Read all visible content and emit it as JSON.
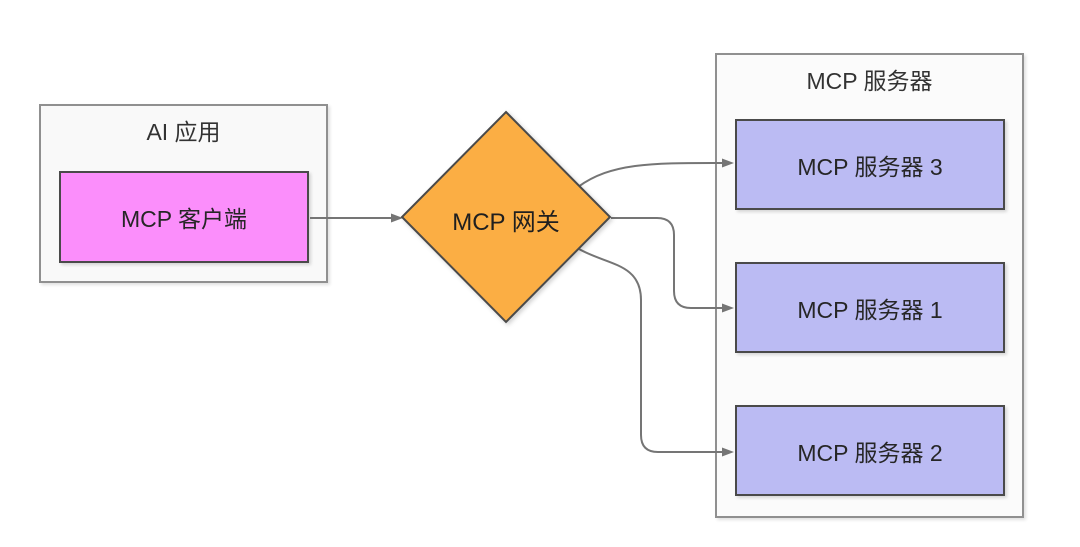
{
  "ai_app": {
    "title": "AI 应用",
    "client_label": "MCP 客户端"
  },
  "gateway": {
    "label": "MCP 网关"
  },
  "servers": {
    "title": "MCP 服务器",
    "items": [
      {
        "label": "MCP 服务器 3"
      },
      {
        "label": "MCP 服务器 1"
      },
      {
        "label": "MCP 服务器 2"
      }
    ]
  },
  "edges": [
    {
      "from": "MCP 客户端",
      "to": "MCP 网关"
    },
    {
      "from": "MCP 网关",
      "to": "MCP 服务器 3"
    },
    {
      "from": "MCP 网关",
      "to": "MCP 服务器 1"
    },
    {
      "from": "MCP 网关",
      "to": "MCP 服务器 2"
    }
  ],
  "colors": {
    "client_fill": "#FB8EFB",
    "gateway_fill": "#FBAE44",
    "server_fill": "#BBBBF3",
    "container_fill": "#F9F9F9",
    "container_border": "#909090",
    "node_border": "#4A4A4A",
    "connector": "#757575",
    "title_text": "#333333",
    "node_text": "#1F1F1F"
  }
}
